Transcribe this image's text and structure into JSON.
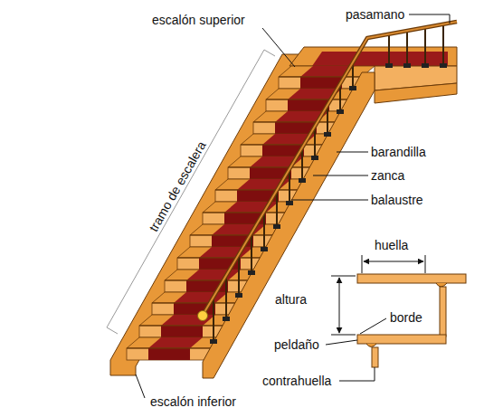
{
  "diagram": {
    "labels": [
      "escalón superior",
      "pasamano",
      "tramo de escalera",
      "barandilla",
      "zanca",
      "balaustre",
      "huella",
      "altura",
      "borde",
      "peldaño",
      "contrahuella",
      "escalón inferior"
    ]
  }
}
